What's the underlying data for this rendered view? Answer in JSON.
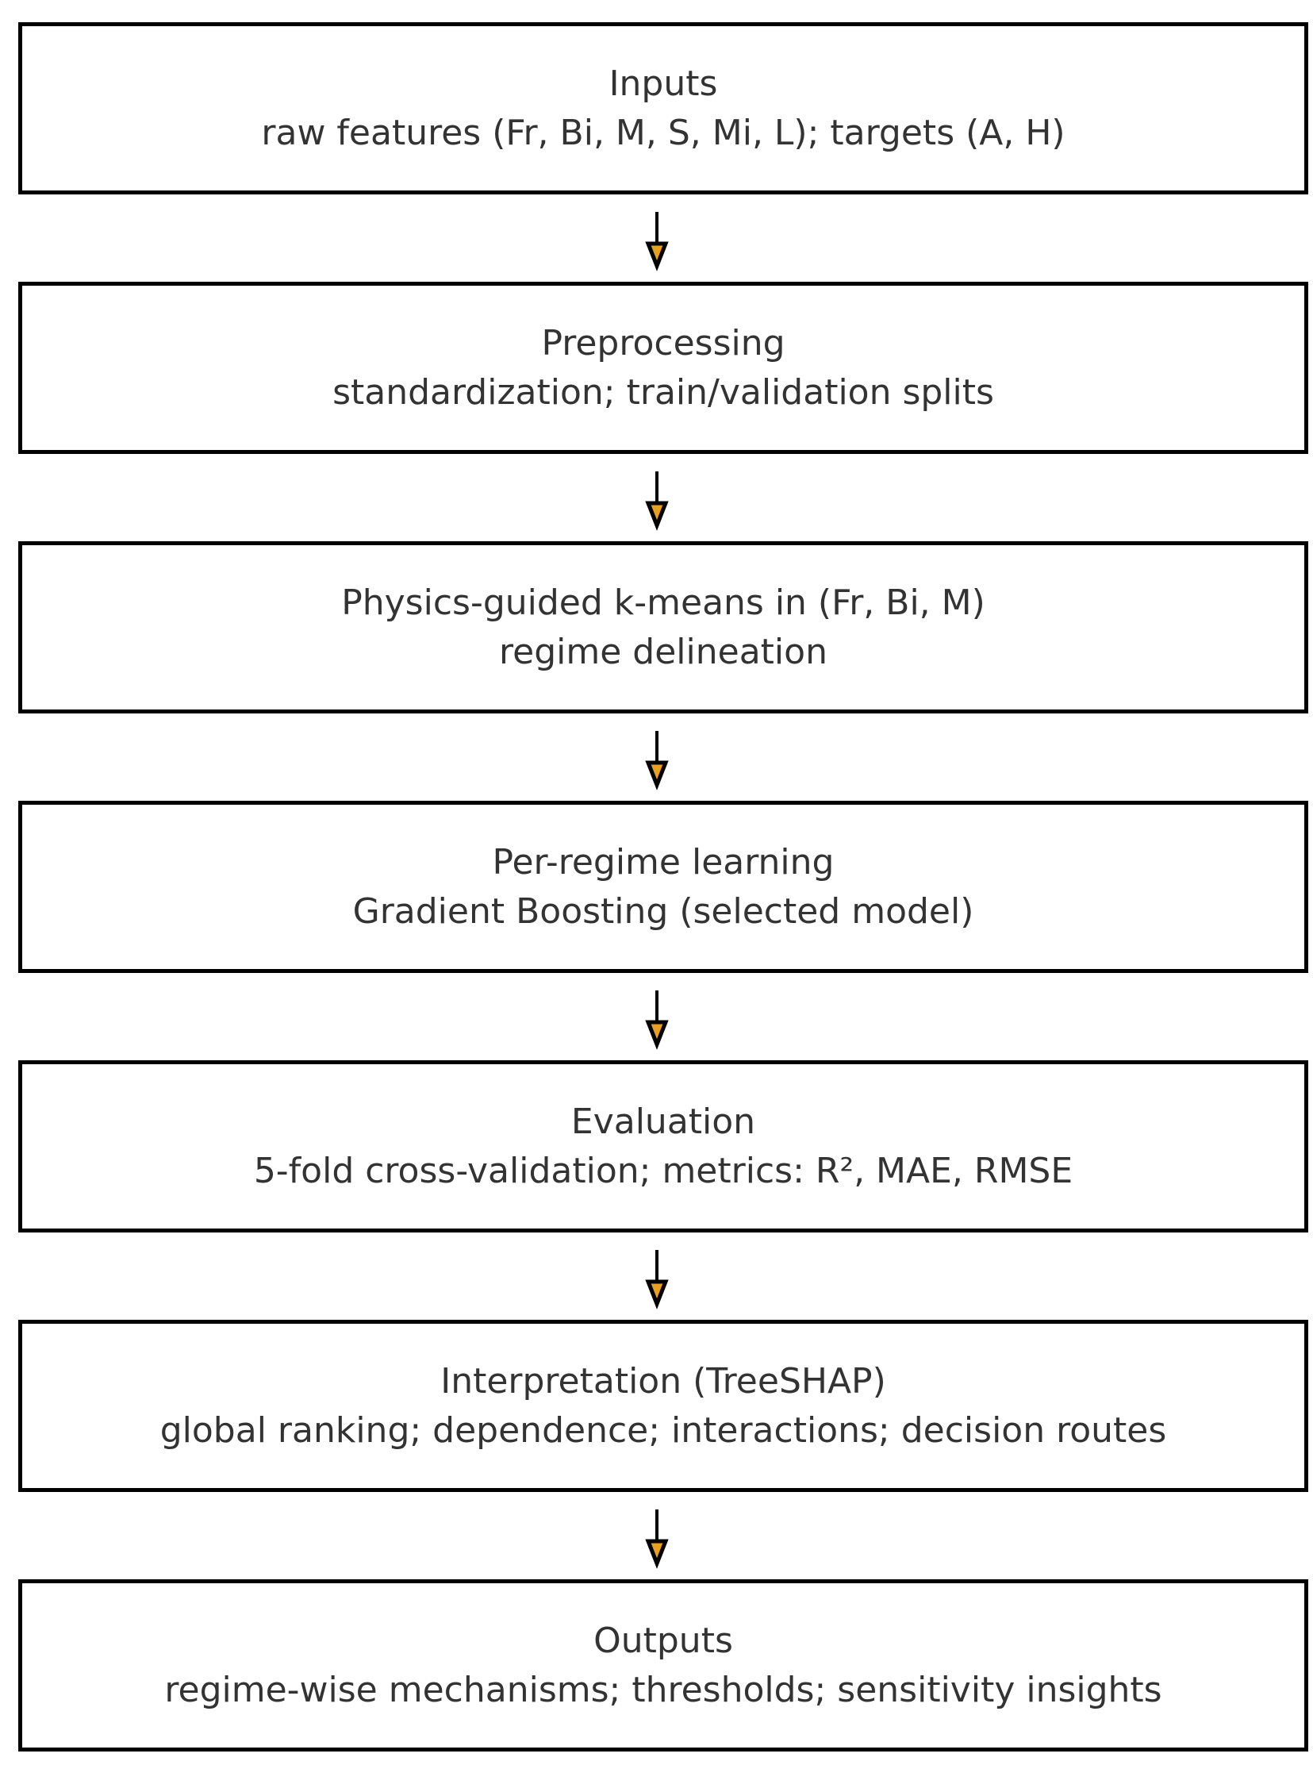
{
  "diagram": {
    "colors": {
      "background": "#ffffff",
      "box_border": "#000000",
      "text": "#333333",
      "arrow_line": "#000000",
      "arrow_head_fill": "#e8a020"
    },
    "nodes": [
      {
        "title": "Inputs",
        "subtitle": "raw features (Fr, Bi, M, S, Mi, L); targets (A, H)"
      },
      {
        "title": "Preprocessing",
        "subtitle": "standardization; train/validation splits"
      },
      {
        "title": "Physics-guided k-means in (Fr, Bi, M)",
        "subtitle": "regime delineation"
      },
      {
        "title": "Per-regime learning",
        "subtitle": "Gradient Boosting (selected model)"
      },
      {
        "title": "Evaluation",
        "subtitle": "5-fold cross-validation; metrics: R², MAE, RMSE"
      },
      {
        "title": "Interpretation (TreeSHAP)",
        "subtitle": "global ranking; dependence; interactions; decision routes"
      },
      {
        "title": "Outputs",
        "subtitle": "regime-wise mechanisms; thresholds; sensitivity insights"
      }
    ]
  }
}
